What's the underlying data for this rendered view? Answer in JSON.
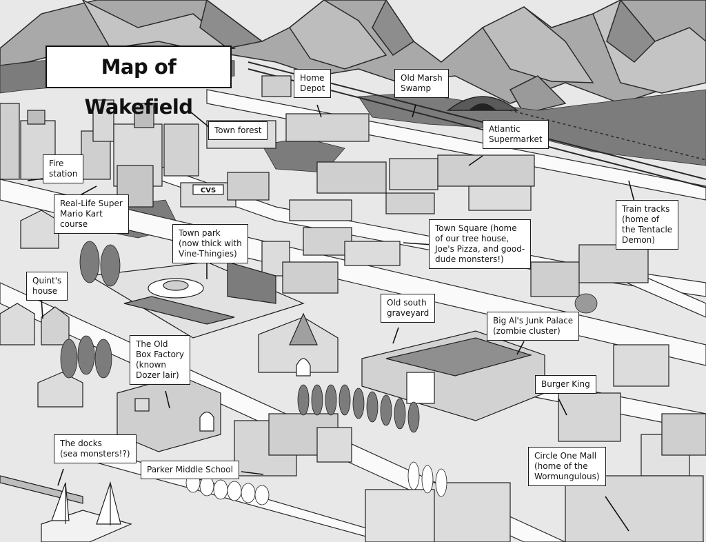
{
  "title": "Map of Wakefield",
  "labels": {
    "home_depot": "Home\nDepot",
    "old_marsh_swamp": "Old Marsh\nSwamp",
    "town_forest": "Town forest",
    "atlantic_supermarket": "Atlantic\nSupermarket",
    "fire_station": "Fire\nstation",
    "mario_kart": "Real-Life Super\nMario Kart\ncourse",
    "town_park": "Town park\n(now thick with\nVine-Thingies)",
    "town_square": "Town Square (home\nof our tree house,\nJoe's Pizza, and good-\ndude monsters!)",
    "train_tracks": "Train tracks\n(home of\nthe Tentacle\nDemon)",
    "quints_house": "Quint's\nhouse",
    "old_south_graveyard": "Old south\ngraveyard",
    "big_als": "Big Al's Junk Palace\n(zombie cluster)",
    "box_factory": "The Old\nBox Factory\n(known\nDozer lair)",
    "burger_king": "Burger King",
    "the_docks": "The docks\n(sea monsters!?)",
    "parker_middle_school": "Parker Middle School",
    "circle_one_mall": "Circle One Mall\n(home of the\nWormungulous)"
  },
  "store_sign": "CVS",
  "colors": {
    "ink": "#1c1c1c",
    "mountain": "#a9a9a9",
    "ground": "#e6e6e6",
    "road": "#fafafa",
    "building": "#cfcfcf",
    "building_dark": "#8f8f8f",
    "tree": "#7c7c7c"
  }
}
